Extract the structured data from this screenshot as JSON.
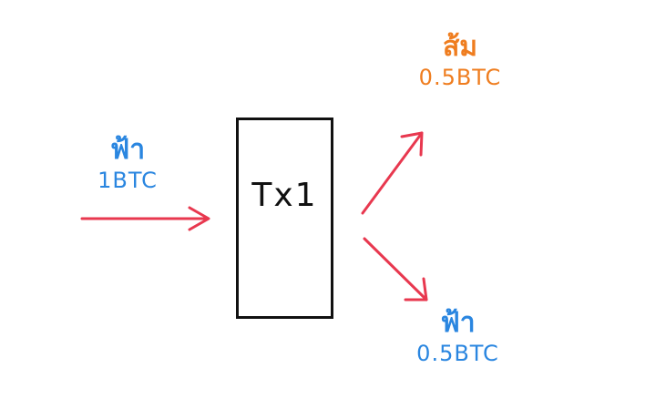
{
  "transaction": {
    "label": "Tx1"
  },
  "input": {
    "name": "ฟ้า",
    "amount": "1BTC"
  },
  "outputs": [
    {
      "name": "ส้ม",
      "amount": "0.5BTC"
    },
    {
      "name": "ฟ้า",
      "amount": "0.5BTC"
    }
  ],
  "colors": {
    "arrow": "#e8384f",
    "blue": "#2a86e0",
    "orange": "#ef7d1f",
    "box": "#111111"
  }
}
